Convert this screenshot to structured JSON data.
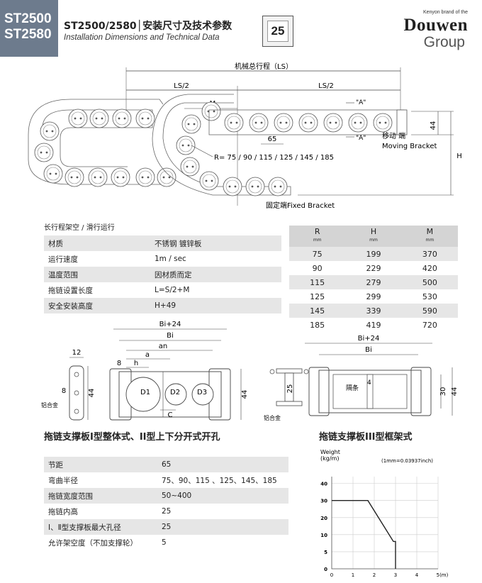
{
  "header": {
    "models": [
      "ST2500",
      "ST2580"
    ],
    "title_cn": "ST2500/2580│安装尺寸及技术参数",
    "title_en": "Installation Dimensions and Technical Data",
    "page_number": "25",
    "brand_tag": "Kenyon brand of the",
    "brand_name": "Douwen",
    "brand_group": "Group"
  },
  "chain_diagram": {
    "total_travel": "机械总行程（LS）",
    "half_left": "LS/2",
    "half_right": "LS/2",
    "m_label": "M",
    "pitch": "65",
    "section_a1": "\"A\"",
    "section_a2": "\"A\"",
    "radius": "R= 75 / 90 / 115 / 125 / 145 / 185",
    "moving_cn": "移动 端",
    "moving_en": "Moving Bracket",
    "fixed": "固定端Fixed Bracket",
    "h_label": "H",
    "height_44": "44"
  },
  "spec_section": {
    "title": "长行程架空 / 滑行运行",
    "rows": [
      {
        "label": "材质",
        "value": "不锈钢  镀锌板"
      },
      {
        "label": "运行速度",
        "value": "1m / sec"
      },
      {
        "label": "温度范围",
        "value": "因材质而定"
      },
      {
        "label": "拖链设置长度",
        "value": "L=S/2+M"
      },
      {
        "label": "安全安装高度",
        "value": "H+49"
      }
    ]
  },
  "rhm_table": {
    "headers": [
      {
        "name": "R",
        "unit": "mm"
      },
      {
        "name": "H",
        "unit": "mm"
      },
      {
        "name": "M",
        "unit": "mm"
      }
    ],
    "rows": [
      [
        "75",
        "199",
        "370"
      ],
      [
        "90",
        "229",
        "420"
      ],
      [
        "115",
        "279",
        "500"
      ],
      [
        "125",
        "299",
        "530"
      ],
      [
        "145",
        "339",
        "590"
      ],
      [
        "185",
        "419",
        "720"
      ]
    ]
  },
  "crossbar_left": {
    "bi24": "Bi+24",
    "bi": "Bi",
    "an": "an",
    "a": "a",
    "h": "h",
    "d8": "8",
    "d12": "12",
    "d8b": "8",
    "d44": "44",
    "d44b": "44",
    "d1": "D1",
    "d2": "D2",
    "d3": "D3",
    "c": "C",
    "alu": "铝合金"
  },
  "crossbar_right": {
    "bi24": "Bi+24",
    "bi": "Bi",
    "d25": "25",
    "d4": "4",
    "divider": "隔条",
    "d30": "30",
    "d44": "44",
    "alu": "铝合金"
  },
  "subtitles": {
    "left": "拖链支撑板I型整体式、II型上下分开式开孔",
    "right": "拖链支撑板III型框架式"
  },
  "tech_table": {
    "rows": [
      {
        "label": "节距",
        "value": "65"
      },
      {
        "label": "弯曲半径",
        "value": "75、90、115 、125、145、185"
      },
      {
        "label": "拖链宽度范围",
        "value": "50~400"
      },
      {
        "label": "拖链内高",
        "value": "25"
      },
      {
        "label": "Ⅰ、Ⅱ型支撑板最大孔径",
        "value": "25"
      },
      {
        "label": "允许架空度（不加支撑轮）",
        "value": "5"
      }
    ]
  },
  "chart_data": {
    "type": "line",
    "ylabel": "Weight (kg/m)",
    "xlabel": "5(m)",
    "note": "(1mm=0.03937inch)",
    "x_ticks": [
      "0",
      "1",
      "2",
      "3",
      "4",
      "5(m)"
    ],
    "y_ticks": [
      "0",
      "5",
      "10",
      "20",
      "30",
      "40"
    ],
    "xlim": [
      0,
      5
    ],
    "ylim": [
      0,
      45
    ],
    "series": [
      {
        "values": [
          [
            0,
            30
          ],
          [
            1.7,
            30
          ],
          [
            2.9,
            8
          ],
          [
            3.0,
            8
          ],
          [
            3.0,
            0
          ]
        ]
      }
    ]
  }
}
